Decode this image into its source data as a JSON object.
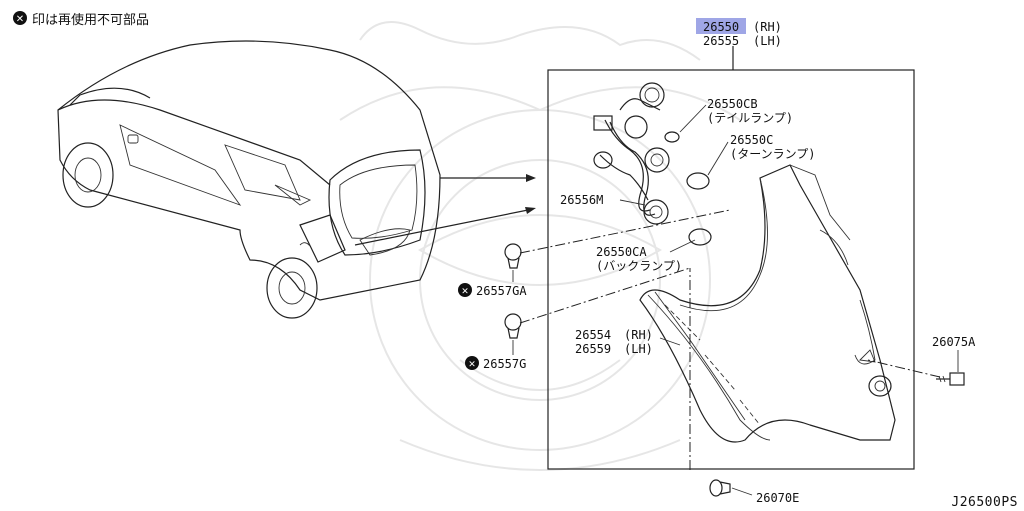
{
  "note": {
    "symbol": "✕",
    "text": "印は再使用不可部品"
  },
  "diagram_code": "J26500PS",
  "highlight_color": "#9fa6e6",
  "parts": {
    "main_rh": {
      "no": "26550",
      "side": "(RH)"
    },
    "main_lh": {
      "no": "26555",
      "side": "(LH)"
    },
    "p26550CB": {
      "no": "26550CB",
      "desc": "(テイルランプ)"
    },
    "p26550C": {
      "no": "26550C",
      "desc": "(ターンランプ)"
    },
    "p26556M": {
      "no": "26556M"
    },
    "p26550CA": {
      "no": "26550CA",
      "desc": "(バックランプ)"
    },
    "p26557GA": {
      "no": "26557GA"
    },
    "p26557G": {
      "no": "26557G"
    },
    "p26554": {
      "no": "26554",
      "side": "(RH)"
    },
    "p26559": {
      "no": "26559",
      "side": "(LH)"
    },
    "p26075A": {
      "no": "26075A"
    },
    "p26070E": {
      "no": "26070E"
    }
  }
}
